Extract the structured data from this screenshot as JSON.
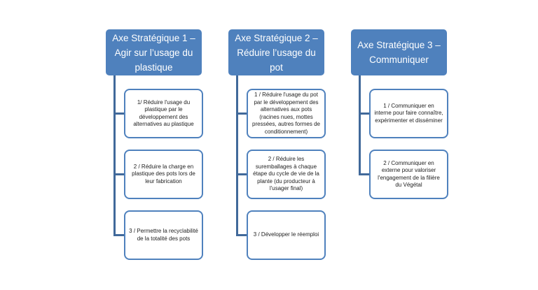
{
  "axes": [
    {
      "title": "Axe Stratégique 1 – Agir sur l’usage du plastique",
      "items": [
        "1/ Réduire l'usage du plastique par le développement des alternatives au plastique",
        "2 / Réduire la charge en plastique des pots lors de leur fabrication",
        "3 / Permettre la recyclabilité de la totalité des pots"
      ]
    },
    {
      "title": "Axe Stratégique 2 – Réduire l’usage du pot",
      "items": [
        "1 / Réduire l'usage du pot par le développement des alternatives aux pots (racines nues, mottes pressées, autres formes de conditionnement)",
        "2 / Réduire les suremballages à chaque étape du cycle de vie de la plante (du producteur à l'usager final)",
        "3 / Développer le réemploi"
      ]
    },
    {
      "title": "Axe Stratégique 3 – Communiquer",
      "items": [
        "1 / Communiquer en interne pour faire connaître, expérimenter et disséminer",
        "2 / Communiquer en externe pour valoriser l'engagement de la filière du Végétal"
      ]
    }
  ],
  "colors": {
    "header": "#4f81bd",
    "border": "#4f81bd",
    "connector": "#41699a"
  }
}
